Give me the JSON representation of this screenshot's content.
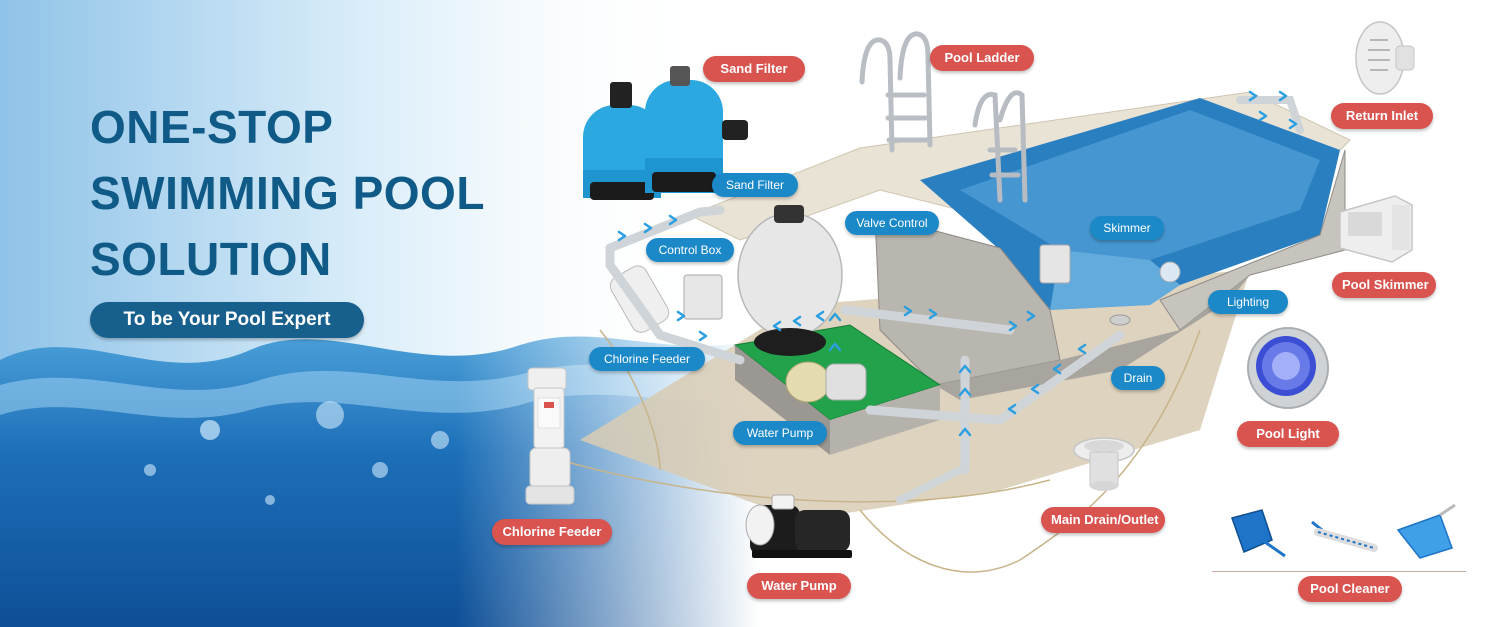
{
  "headline": {
    "line1": "ONE-STOP",
    "line2": "SWIMMING POOL",
    "line3": "SOLUTION"
  },
  "tagline": "To be Your Pool Expert",
  "product_labels": {
    "sand_filter": "Sand Filter",
    "pool_ladder": "Pool Ladder",
    "return_inlet": "Return Inlet",
    "pool_skimmer": "Pool Skimmer",
    "pool_light": "Pool Light",
    "main_drain_outlet": "Main Drain/Outlet",
    "water_pump": "Water Pump",
    "chlorine_feeder": "Chlorine Feeder",
    "pool_cleaner": "Pool Cleaner"
  },
  "diagram_labels": {
    "sand_filter": "Sand Filter",
    "control_box": "Control Box",
    "valve_control": "Valve Control",
    "skimmer": "Skimmer",
    "lighting": "Lighting",
    "drain": "Drain",
    "chlorine_feeder": "Chlorine Feeder",
    "water_pump": "Water Pump"
  },
  "colors": {
    "headline": "#0f5a86",
    "tagline_bg": "#17608e",
    "product_label_bg": "#d9534f",
    "diagram_label_bg": "#1b88c8",
    "pool_water": "#2a7fc0",
    "flow_arrow": "#2b9fe0"
  }
}
